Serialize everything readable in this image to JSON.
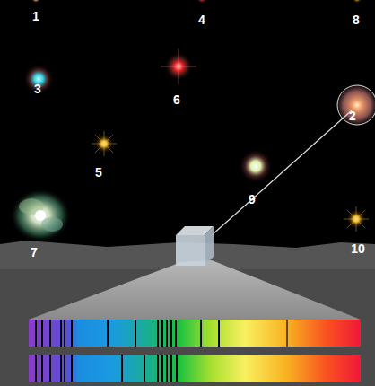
{
  "diagram": {
    "labels": [
      "1",
      "4",
      "8",
      "3",
      "6",
      "2",
      "5",
      "9",
      "7",
      "10"
    ]
  }
}
